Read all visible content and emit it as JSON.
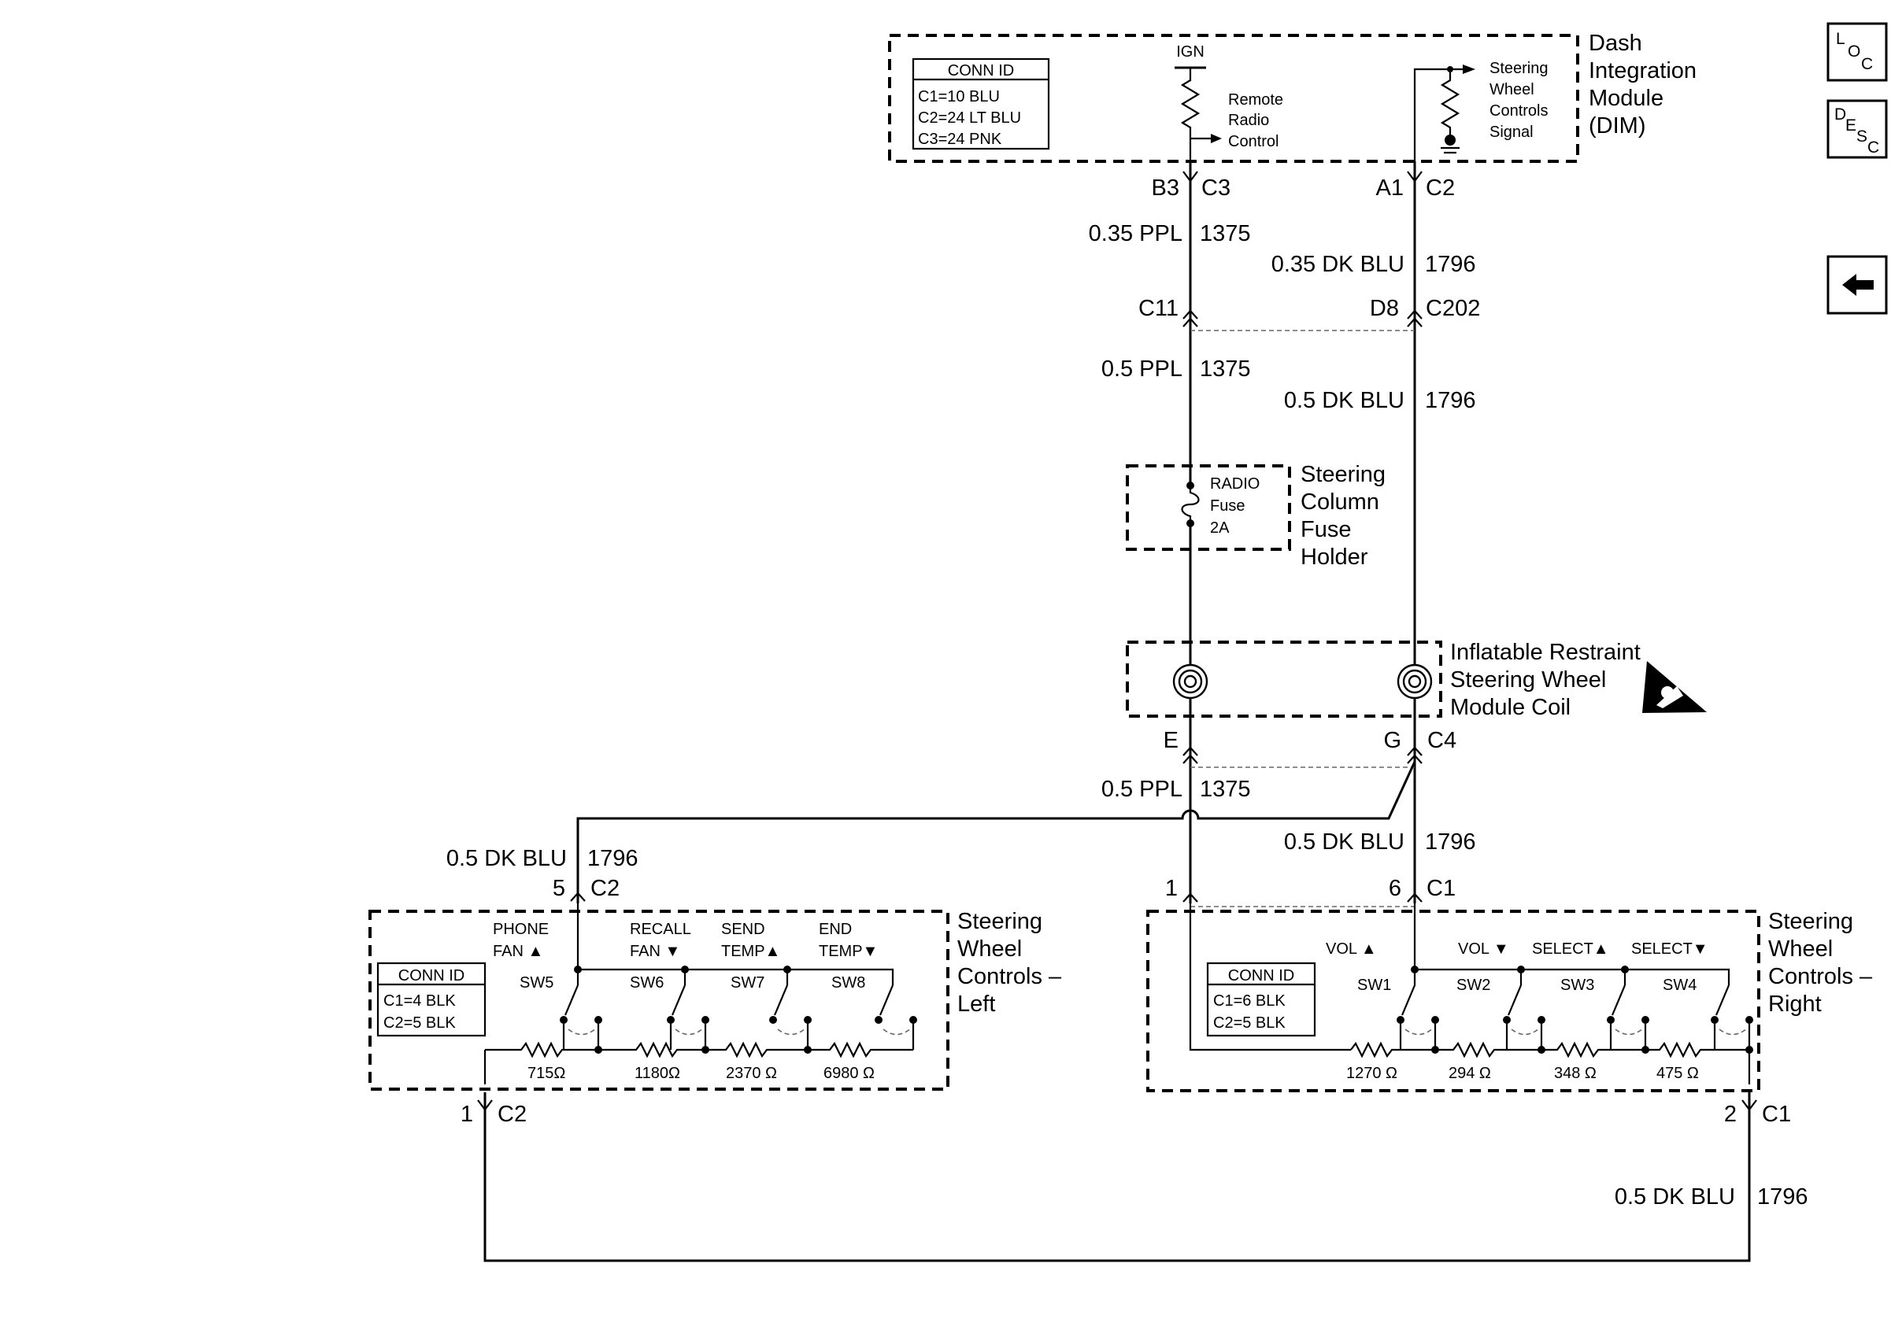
{
  "dim": {
    "title": [
      "Dash",
      "Integration",
      "Module",
      "(DIM)"
    ],
    "conn_id": {
      "header": "CONN ID",
      "lines": [
        "C1=10 BLU",
        "C2=24 LT BLU",
        "C3=24 PNK"
      ]
    },
    "ign": "IGN",
    "remote": [
      "Remote",
      "Radio",
      "Control"
    ],
    "steer_signal": [
      "Steering",
      "Wheel",
      "Controls",
      "Signal"
    ]
  },
  "pins": {
    "b3": "B3",
    "c3": "C3",
    "a1": "A1",
    "c2top": "C2",
    "c11": "C11",
    "d8": "D8",
    "c202": "C202",
    "e": "E",
    "g": "G",
    "c4": "C4",
    "p5": "5",
    "c2left": "C2",
    "p1": "1",
    "p6": "6",
    "c1right": "C1",
    "p1bottom": "1",
    "c2bottom": "C2",
    "p2bottom": "2",
    "c1bottom": "C1"
  },
  "wires": {
    "w1": {
      "gauge": "0.35 PPL",
      "circuit": "1375"
    },
    "w2": {
      "gauge": "0.35 DK BLU",
      "circuit": "1796"
    },
    "w3": {
      "gauge": "0.5 PPL",
      "circuit": "1375"
    },
    "w4": {
      "gauge": "0.5 DK BLU",
      "circuit": "1796"
    },
    "w5": {
      "gauge": "0.5 PPL",
      "circuit": "1375"
    },
    "w6": {
      "gauge": "0.5 DK BLU",
      "circuit": "1796"
    },
    "w7": {
      "gauge": "0.5 DK BLU",
      "circuit": "1796"
    },
    "w8": {
      "gauge": "0.5 DK BLU",
      "circuit": "1796"
    }
  },
  "fuse_holder": {
    "title": [
      "Steering",
      "Column",
      "Fuse",
      "Holder"
    ],
    "fuse": [
      "RADIO",
      "Fuse",
      "2A"
    ]
  },
  "coil": {
    "title": [
      "Inflatable Restraint",
      "Steering Wheel",
      "Module Coil"
    ]
  },
  "left_controls": {
    "title": [
      "Steering",
      "Wheel",
      "Controls –",
      "Left"
    ],
    "conn_id": {
      "header": "CONN ID",
      "lines": [
        "C1=4 BLK",
        "C2=5 BLK"
      ]
    },
    "functions": [
      [
        "PHONE",
        "FAN ▲"
      ],
      [
        "RECALL",
        "FAN ▼"
      ],
      [
        "SEND",
        "TEMP▲"
      ],
      [
        "END",
        "TEMP▼"
      ]
    ],
    "switches": [
      "SW5",
      "SW6",
      "SW7",
      "SW8"
    ],
    "resistors": [
      "715Ω",
      "1180Ω",
      "2370 Ω",
      "6980 Ω"
    ]
  },
  "right_controls": {
    "title": [
      "Steering",
      "Wheel",
      "Controls –",
      "Right"
    ],
    "conn_id": {
      "header": "CONN ID",
      "lines": [
        "C1=6 BLK",
        "C2=5 BLK"
      ]
    },
    "functions": [
      "VOL ▲",
      "VOL ▼",
      "SELECT▲",
      "SELECT▼"
    ],
    "switches": [
      "SW1",
      "SW2",
      "SW3",
      "SW4"
    ],
    "resistors": [
      "1270 Ω",
      "294 Ω",
      "348 Ω",
      "475 Ω"
    ]
  },
  "nav": {
    "loc": {
      "l": "L",
      "o": "O",
      "c": "C"
    },
    "desc": {
      "d": "D",
      "e": "E",
      "s": "S",
      "c": "C"
    },
    "back": "back-arrow-icon"
  }
}
